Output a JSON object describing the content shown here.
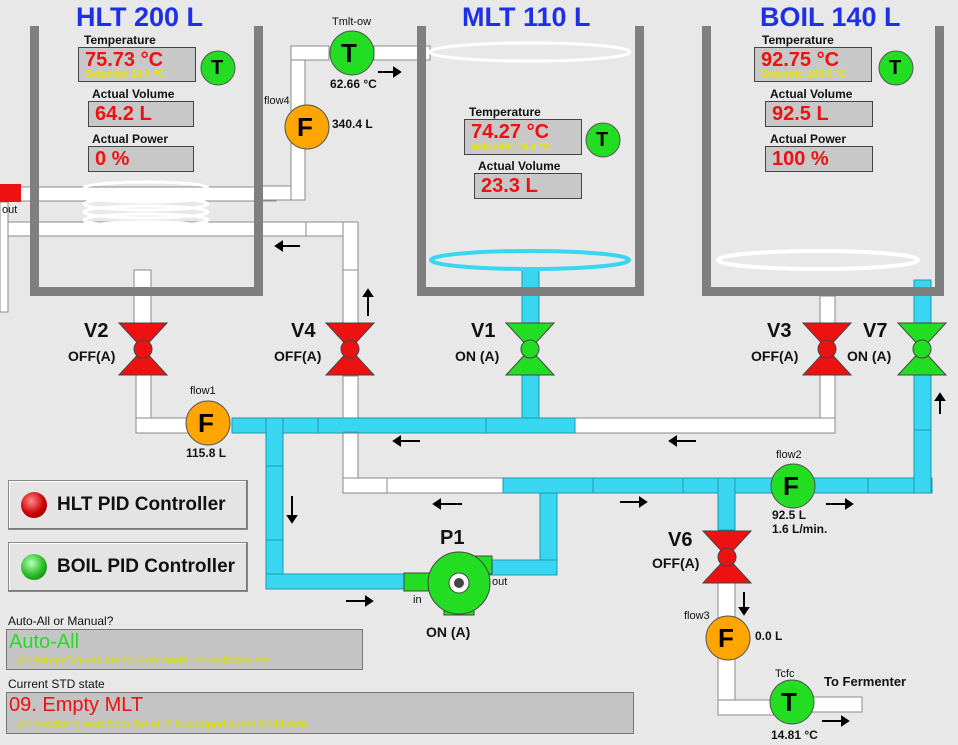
{
  "tanks": {
    "hlt": {
      "title": "HLT 200 L",
      "temp_label": "Temperature",
      "temp": "75.73 °C",
      "setpoint": "Setpoint: 20.0 °C",
      "vol_label": "Actual Volume",
      "vol": "64.2 L",
      "power_label": "Actual Power",
      "power": "0 %"
    },
    "mlt": {
      "title": "MLT 110 L",
      "temp_label": "Temperature",
      "temp": "74.27 °C",
      "setpoint": "Setpoint: 75.0 °C",
      "vol_label": "Actual Volume",
      "vol": "23.3 L"
    },
    "boil": {
      "title": "BOIL 140 L",
      "temp_label": "Temperature",
      "temp": "92.75 °C",
      "setpoint": "Setpoint: 105.0 °C",
      "vol_label": "Actual Volume",
      "vol": "92.5 L",
      "power_label": "Actual Power",
      "power": "100 %"
    }
  },
  "sensors": {
    "t_symbol": "T",
    "f_symbol": "F",
    "tmlt_out": {
      "label": "Tmlt-ow",
      "value": "62.66 °C"
    },
    "tcfc": {
      "label": "Tcfc",
      "value": "14.81 °C"
    },
    "flow1": {
      "label": "flow1",
      "value": "115.8 L"
    },
    "flow2": {
      "label": "flow2",
      "value": "92.5 L",
      "rate": "1.6 L/min."
    },
    "flow3": {
      "label": "flow3",
      "value": "0.0 L"
    },
    "flow4": {
      "label": "flow4",
      "value": "340.4 L"
    }
  },
  "valves": {
    "v1": {
      "name": "V1",
      "state": "ON (A)",
      "on": true
    },
    "v2": {
      "name": "V2",
      "state": "OFF(A)",
      "on": false
    },
    "v3": {
      "name": "V3",
      "state": "OFF(A)",
      "on": false
    },
    "v4": {
      "name": "V4",
      "state": "OFF(A)",
      "on": false
    },
    "v6": {
      "name": "V6",
      "state": "OFF(A)",
      "on": false
    },
    "v7": {
      "name": "V7",
      "state": "ON (A)",
      "on": true
    }
  },
  "pump": {
    "name": "P1",
    "state": "ON (A)",
    "in_label": "in",
    "out_label": "out"
  },
  "hlt_out_label": "out",
  "fermenter_label": "To Fermenter",
  "controllers": {
    "hlt_pid": {
      "label": "HLT PID Controller",
      "led": "red"
    },
    "boil_pid": {
      "label": "BOIL PID Controller",
      "led": "green"
    }
  },
  "mode": {
    "label": "Auto-All or Manual?",
    "value": "Auto-All",
    "desc": "All Pumps/Valves are in Auto mode, no switches set",
    "color": "#22dd22"
  },
  "std": {
    "label": "Current STD state",
    "value": "09. Empty MLT",
    "desc": "All remaining wort from the MLT is pumped to the Boil-kettle",
    "color": "#ee1111"
  },
  "colors": {
    "active_pipe": "#38d6f0",
    "idle_pipe": "#ffffff",
    "valve_on": "#22dd22",
    "valve_off": "#ee1111",
    "sensor_t": "#22dd22",
    "sensor_f": "#ffa500",
    "tank_wall": "#7f7f7f",
    "title": "#1e2fe6",
    "value_red": "#ee1111",
    "setpoint": "#e6e600"
  }
}
